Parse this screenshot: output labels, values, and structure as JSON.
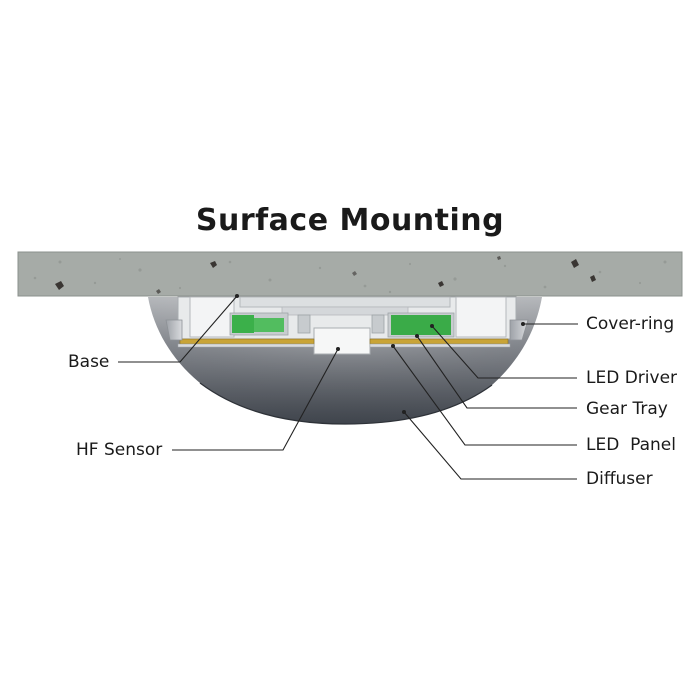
{
  "title": "Surface Mounting",
  "labels": {
    "base": "Base",
    "hf_sensor": "HF Sensor",
    "cover_ring": "Cover-ring",
    "led_driver": "LED Driver",
    "gear_tray": "Gear Tray",
    "led_panel": "LED  Panel",
    "diffuser": "Diffuser"
  },
  "colors": {
    "ceiling": "#a7aca8",
    "diffuser_dark": "#4f545c",
    "diffuser_light": "#b9bcc0",
    "housing": "#e3e5e6",
    "pcb_green": "#3bb04a",
    "led_strip": "#c9a437",
    "leader_line": "#222222"
  }
}
